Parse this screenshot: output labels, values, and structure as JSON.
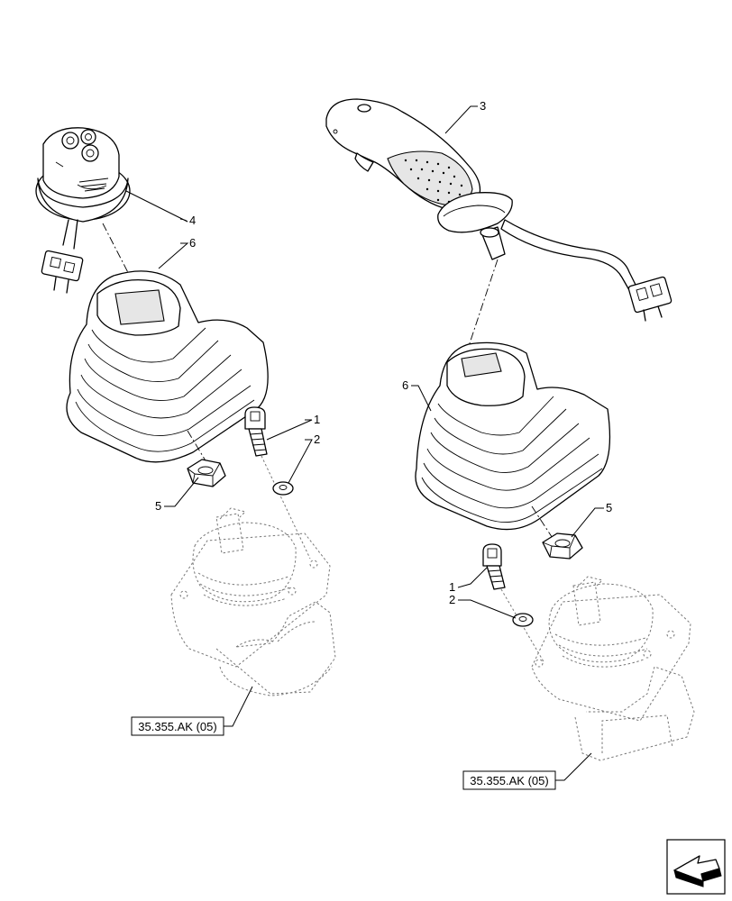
{
  "callouts": {
    "left": {
      "p1": "1",
      "p2": "2",
      "p4": "4",
      "p5": "5",
      "p6": "6"
    },
    "right": {
      "p1": "1",
      "p2": "2",
      "p3": "3",
      "p5": "5",
      "p6": "6"
    }
  },
  "references": {
    "left": "35.355.AK (05)",
    "right": "35.355.AK (05)"
  },
  "icons": {
    "corner": "navigation-arrow-icon"
  }
}
